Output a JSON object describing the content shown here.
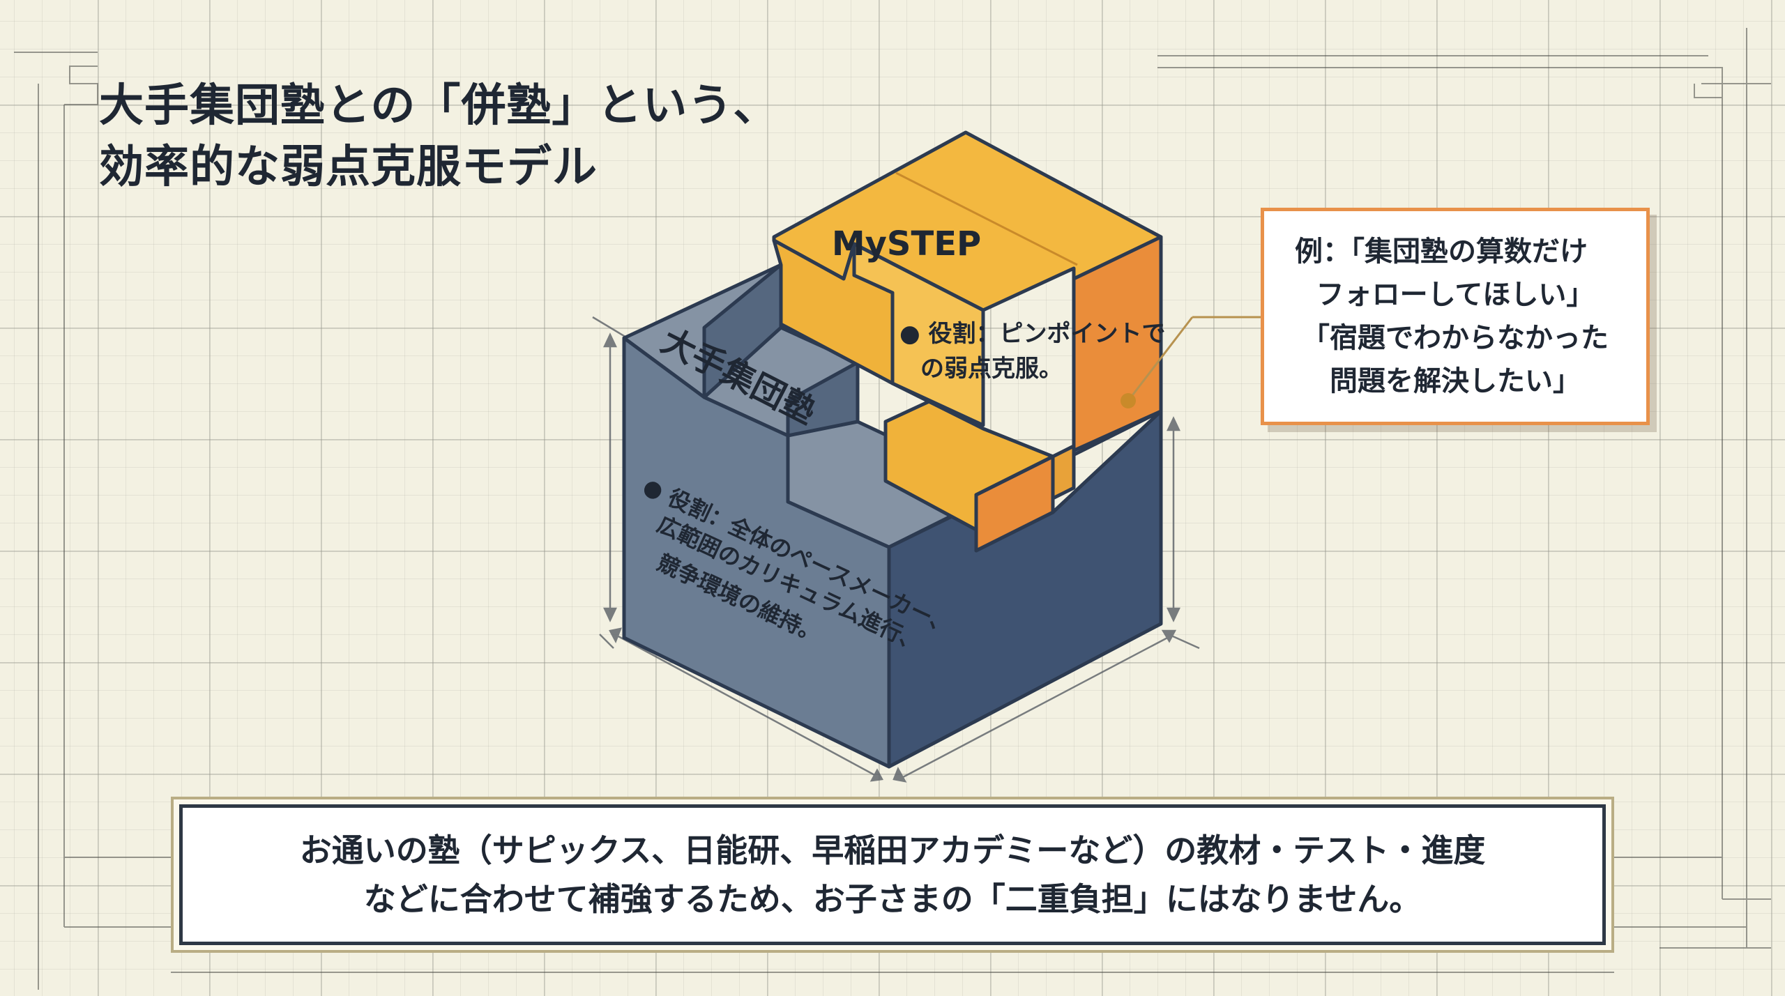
{
  "title": {
    "line1": "大手集団塾との「併塾」という、",
    "line2": "効率的な弱点克服モデル"
  },
  "diagram": {
    "base_block": {
      "name": "大手集団塾",
      "role_lines": [
        "● 役割：全体のペースメーカー、",
        "広範囲のカリキュラム進行、",
        "競争環境の維持。"
      ]
    },
    "top_block": {
      "name": "MySTEP",
      "role_lines": [
        "● 役割：ピンポイントで",
        "の弱点克服。"
      ]
    }
  },
  "example_callout": {
    "lines": [
      "例：「集団塾の算数だけ",
      "フォローしてほしい」",
      "「宿題でわからなかった",
      "問題を解決したい」"
    ]
  },
  "bottom_note": {
    "line1": "お通いの塾（サピックス、日能研、早稲田アカデミーなど）の教材・テスト・進度",
    "line2": "などに合わせて補強するため、お子さまの「二重負担」にはなりません。"
  },
  "colors": {
    "background": "#f3f1e2",
    "base_block_top": "#8593a4",
    "base_block_left": "#6b7d93",
    "base_block_right": "#3f5372",
    "top_block_top": "#f3b840",
    "top_block_front": "#f0b23a",
    "top_block_side": "#ea8d3a",
    "callout_border": "#e8914a",
    "text": "#1f2733"
  }
}
